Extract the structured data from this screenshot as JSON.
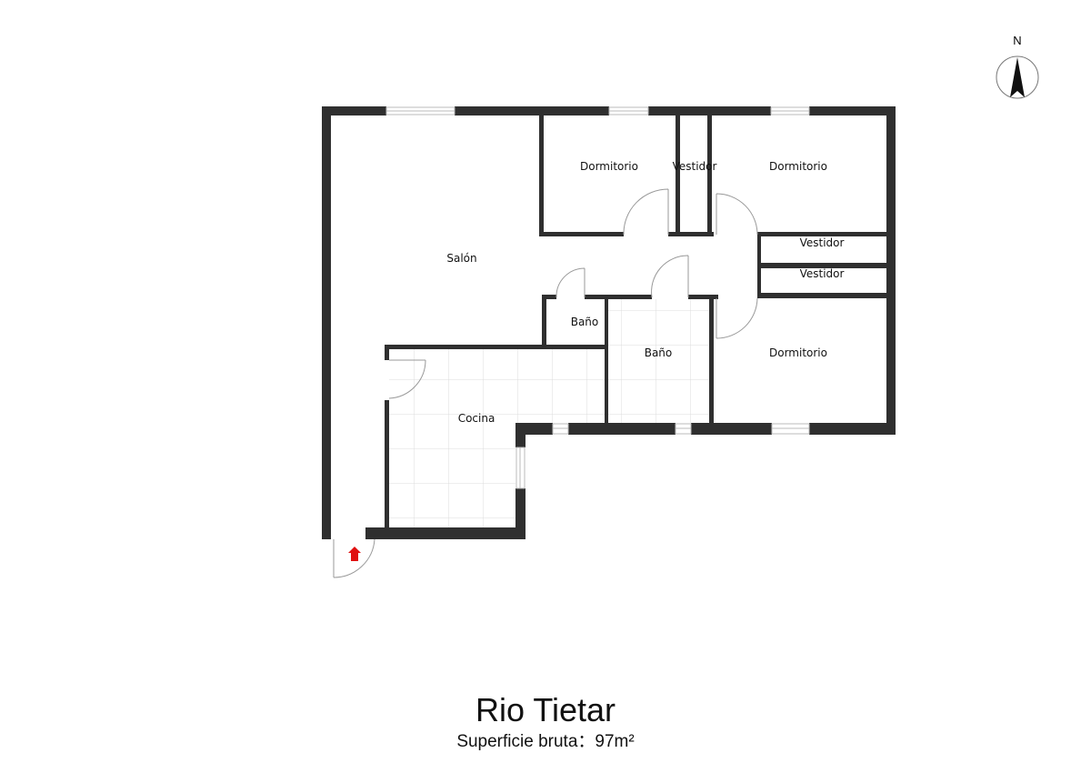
{
  "plan": {
    "title": "Rio Tietar",
    "area_label": "Superficie bruta：",
    "area_value": "97m²",
    "compass_label": "N",
    "rooms": {
      "salon": "Salón",
      "dorm1": "Dormitorio",
      "vestidor1": "Vestidor",
      "dorm2": "Dormitorio",
      "vestidor2": "Vestidor",
      "vestidor3": "Vestidor",
      "bano1": "Baño",
      "bano2": "Baño",
      "dorm3": "Dormitorio",
      "cocina": "Cocina"
    },
    "colors": {
      "wall": "#2f2f2f",
      "entrance": "#e01010",
      "tile": "#dcdcdc"
    }
  }
}
